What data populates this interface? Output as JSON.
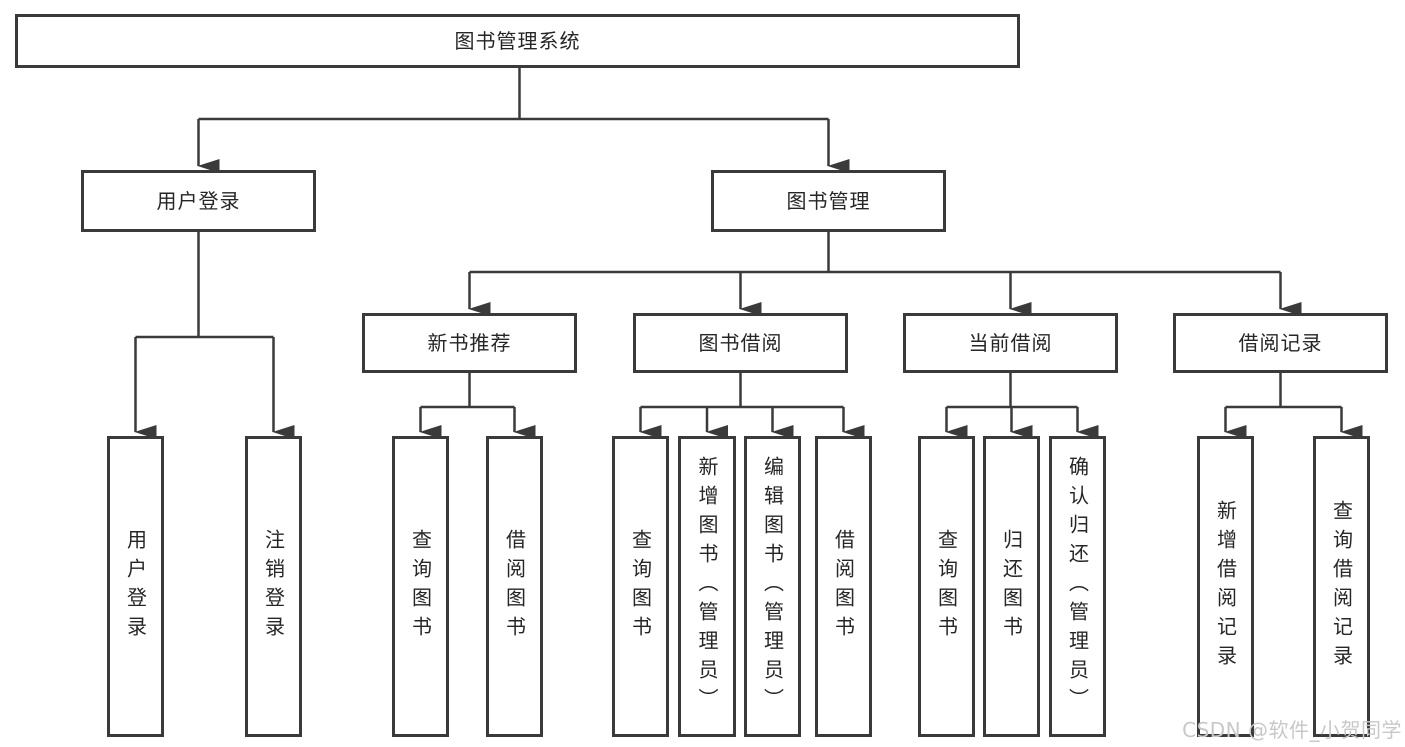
{
  "tree": {
    "root": "图书管理系统",
    "branches": [
      {
        "label": "用户登录",
        "children": [
          "用户登录",
          "注销登录"
        ]
      },
      {
        "label": "图书管理",
        "children": [
          {
            "label": "新书推荐",
            "children": [
              "查询图书",
              "借阅图书"
            ]
          },
          {
            "label": "图书借阅",
            "children": [
              "查询图书",
              "新增图书（管理员）",
              "编辑图书（管理员）",
              "借阅图书"
            ]
          },
          {
            "label": "当前借阅",
            "children": [
              "查询图书",
              "归还图书",
              "确认归还（管理员）"
            ]
          },
          {
            "label": "借阅记录",
            "children": [
              "新增借阅记录",
              "查询借阅记录"
            ]
          }
        ]
      }
    ]
  },
  "watermark": "CSDN @软件_小贺同学",
  "colors": {
    "line": "#3a3a3a",
    "box_border": "#3a3a3a",
    "text": "#262626",
    "watermark": "#c8c8c8",
    "background": "#ffffff"
  }
}
